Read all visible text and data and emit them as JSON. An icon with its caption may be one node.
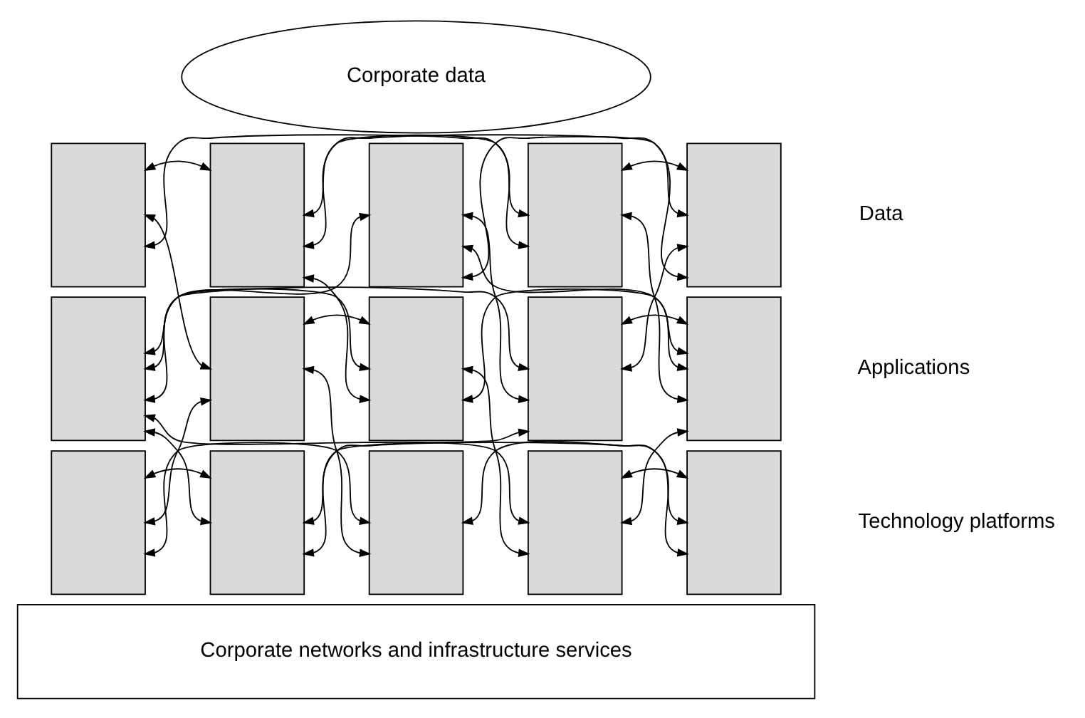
{
  "diagram": {
    "nodes": [
      {
        "text": [
          "Corporate data"
        ]
      },
      {
        "text": [],
        "shape": "box"
      },
      {
        "text": [],
        "shape": "box"
      },
      {
        "text": [],
        "shape": "box"
      },
      {
        "text": [],
        "shape": "box"
      },
      {
        "text": [],
        "shape": "box"
      },
      {
        "text": [],
        "shape": "box"
      },
      {
        "text": [],
        "shape": "box"
      },
      {
        "text": [],
        "shape": "box"
      },
      {
        "text": [],
        "shape": "box"
      },
      {
        "text": [],
        "shape": "box"
      },
      {
        "text": [],
        "shape": "box"
      },
      {
        "text": [],
        "shape": "box"
      },
      {
        "text": [],
        "shape": "box"
      },
      {
        "text": [],
        "shape": "box"
      },
      {
        "text": [],
        "shape": "box"
      },
      {
        "text": [
          "Corporate networks and infrastructure services"
        ]
      }
    ],
    "edges": [
      {
        "from": 1,
        "to": 2,
        "arrow": "both"
      },
      {
        "from": 1,
        "to": 7,
        "arrow": "both"
      },
      {
        "from": 1,
        "to": 4,
        "arrow": "both"
      },
      {
        "from": 6,
        "to": 3,
        "arrow": "both"
      },
      {
        "from": 6,
        "to": 8,
        "arrow": "both"
      },
      {
        "from": 6,
        "to": 12,
        "arrow": "both"
      },
      {
        "from": 6,
        "to": 9,
        "arrow": "both"
      },
      {
        "from": 6,
        "to": 14,
        "arrow": "both"
      },
      {
        "from": 11,
        "to": 7,
        "arrow": "both"
      },
      {
        "from": 11,
        "to": 12,
        "arrow": "both"
      },
      {
        "from": 11,
        "to": 13,
        "arrow": "both"
      },
      {
        "from": 2,
        "to": 4,
        "arrow": "both"
      },
      {
        "from": 2,
        "to": 5,
        "arrow": "both"
      },
      {
        "from": 2,
        "to": 8,
        "arrow": "both"
      },
      {
        "from": 3,
        "to": 9,
        "arrow": "both"
      },
      {
        "from": 3,
        "to": 10,
        "arrow": "both"
      },
      {
        "from": 7,
        "to": 8,
        "arrow": "both"
      },
      {
        "from": 7,
        "to": 13,
        "arrow": "both"
      },
      {
        "from": 8,
        "to": 14,
        "arrow": "both"
      },
      {
        "from": 12,
        "to": 9,
        "arrow": "both"
      },
      {
        "from": 13,
        "to": 15,
        "arrow": "both"
      },
      {
        "from": 4,
        "to": 5,
        "arrow": "both"
      },
      {
        "from": 4,
        "to": 10,
        "arrow": "both"
      },
      {
        "from": 9,
        "to": 5,
        "arrow": "both"
      },
      {
        "from": 9,
        "to": 10,
        "arrow": "both"
      },
      {
        "from": 14,
        "to": 10,
        "arrow": "both"
      },
      {
        "from": 14,
        "to": 15,
        "arrow": "both"
      },
      {
        "from": 12,
        "to": 15,
        "arrow": "both"
      },
      {
        "from": 8,
        "to": 10,
        "arrow": "both"
      },
      {
        "from": 3,
        "to": 5,
        "arrow": "both"
      }
    ],
    "labels": [
      "Data",
      "Applications",
      "Technology platforms"
    ]
  }
}
